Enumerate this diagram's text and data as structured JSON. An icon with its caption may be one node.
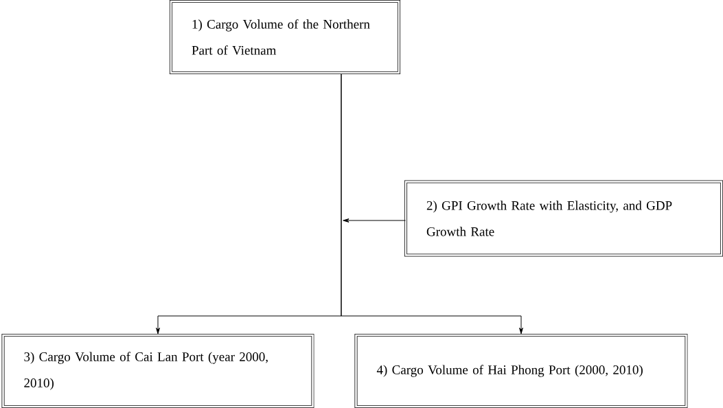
{
  "diagram": {
    "nodes": [
      {
        "text": [
          "1) Cargo Volume of the Northern Part of Vietnam"
        ]
      },
      {
        "text": [
          "2) GPI Growth Rate with Elasticity, and GDP Growth Rate"
        ]
      },
      {
        "text": [
          "3) Cargo Volume of Cai Lan Port (year 2000, 2010)"
        ]
      },
      {
        "text": [
          "4) Cargo Volume of Hai Phong Port (2000, 2010)"
        ]
      }
    ],
    "edges": [
      {
        "from": 0,
        "to": 2,
        "arrow": "to"
      },
      {
        "from": 0,
        "to": 3,
        "arrow": "to"
      },
      {
        "from": 1,
        "to": null,
        "arrow": "to"
      }
    ]
  }
}
